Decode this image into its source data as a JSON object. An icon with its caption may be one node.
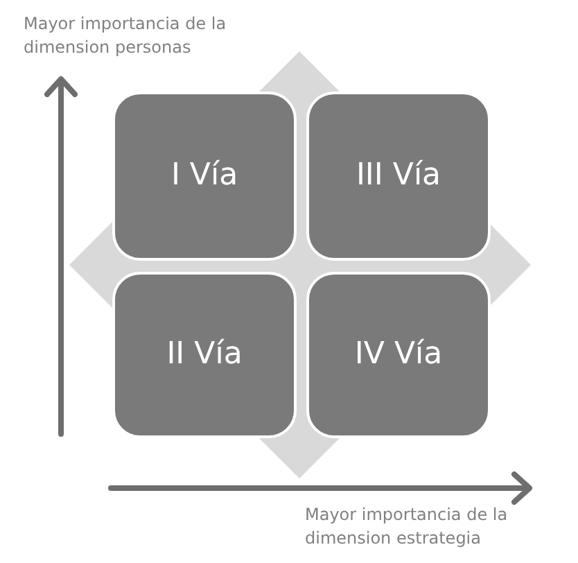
{
  "diagram": {
    "nodes": [
      {
        "text": [
          "I Vía"
        ]
      },
      {
        "text": [
          "III Vía"
        ]
      },
      {
        "text": [
          "II Vía"
        ]
      },
      {
        "text": [
          "IV Vía"
        ]
      }
    ],
    "labels": [
      "Mayor importancia de la dimension personas",
      "Mayor importancia de la dimension estrategia"
    ]
  }
}
